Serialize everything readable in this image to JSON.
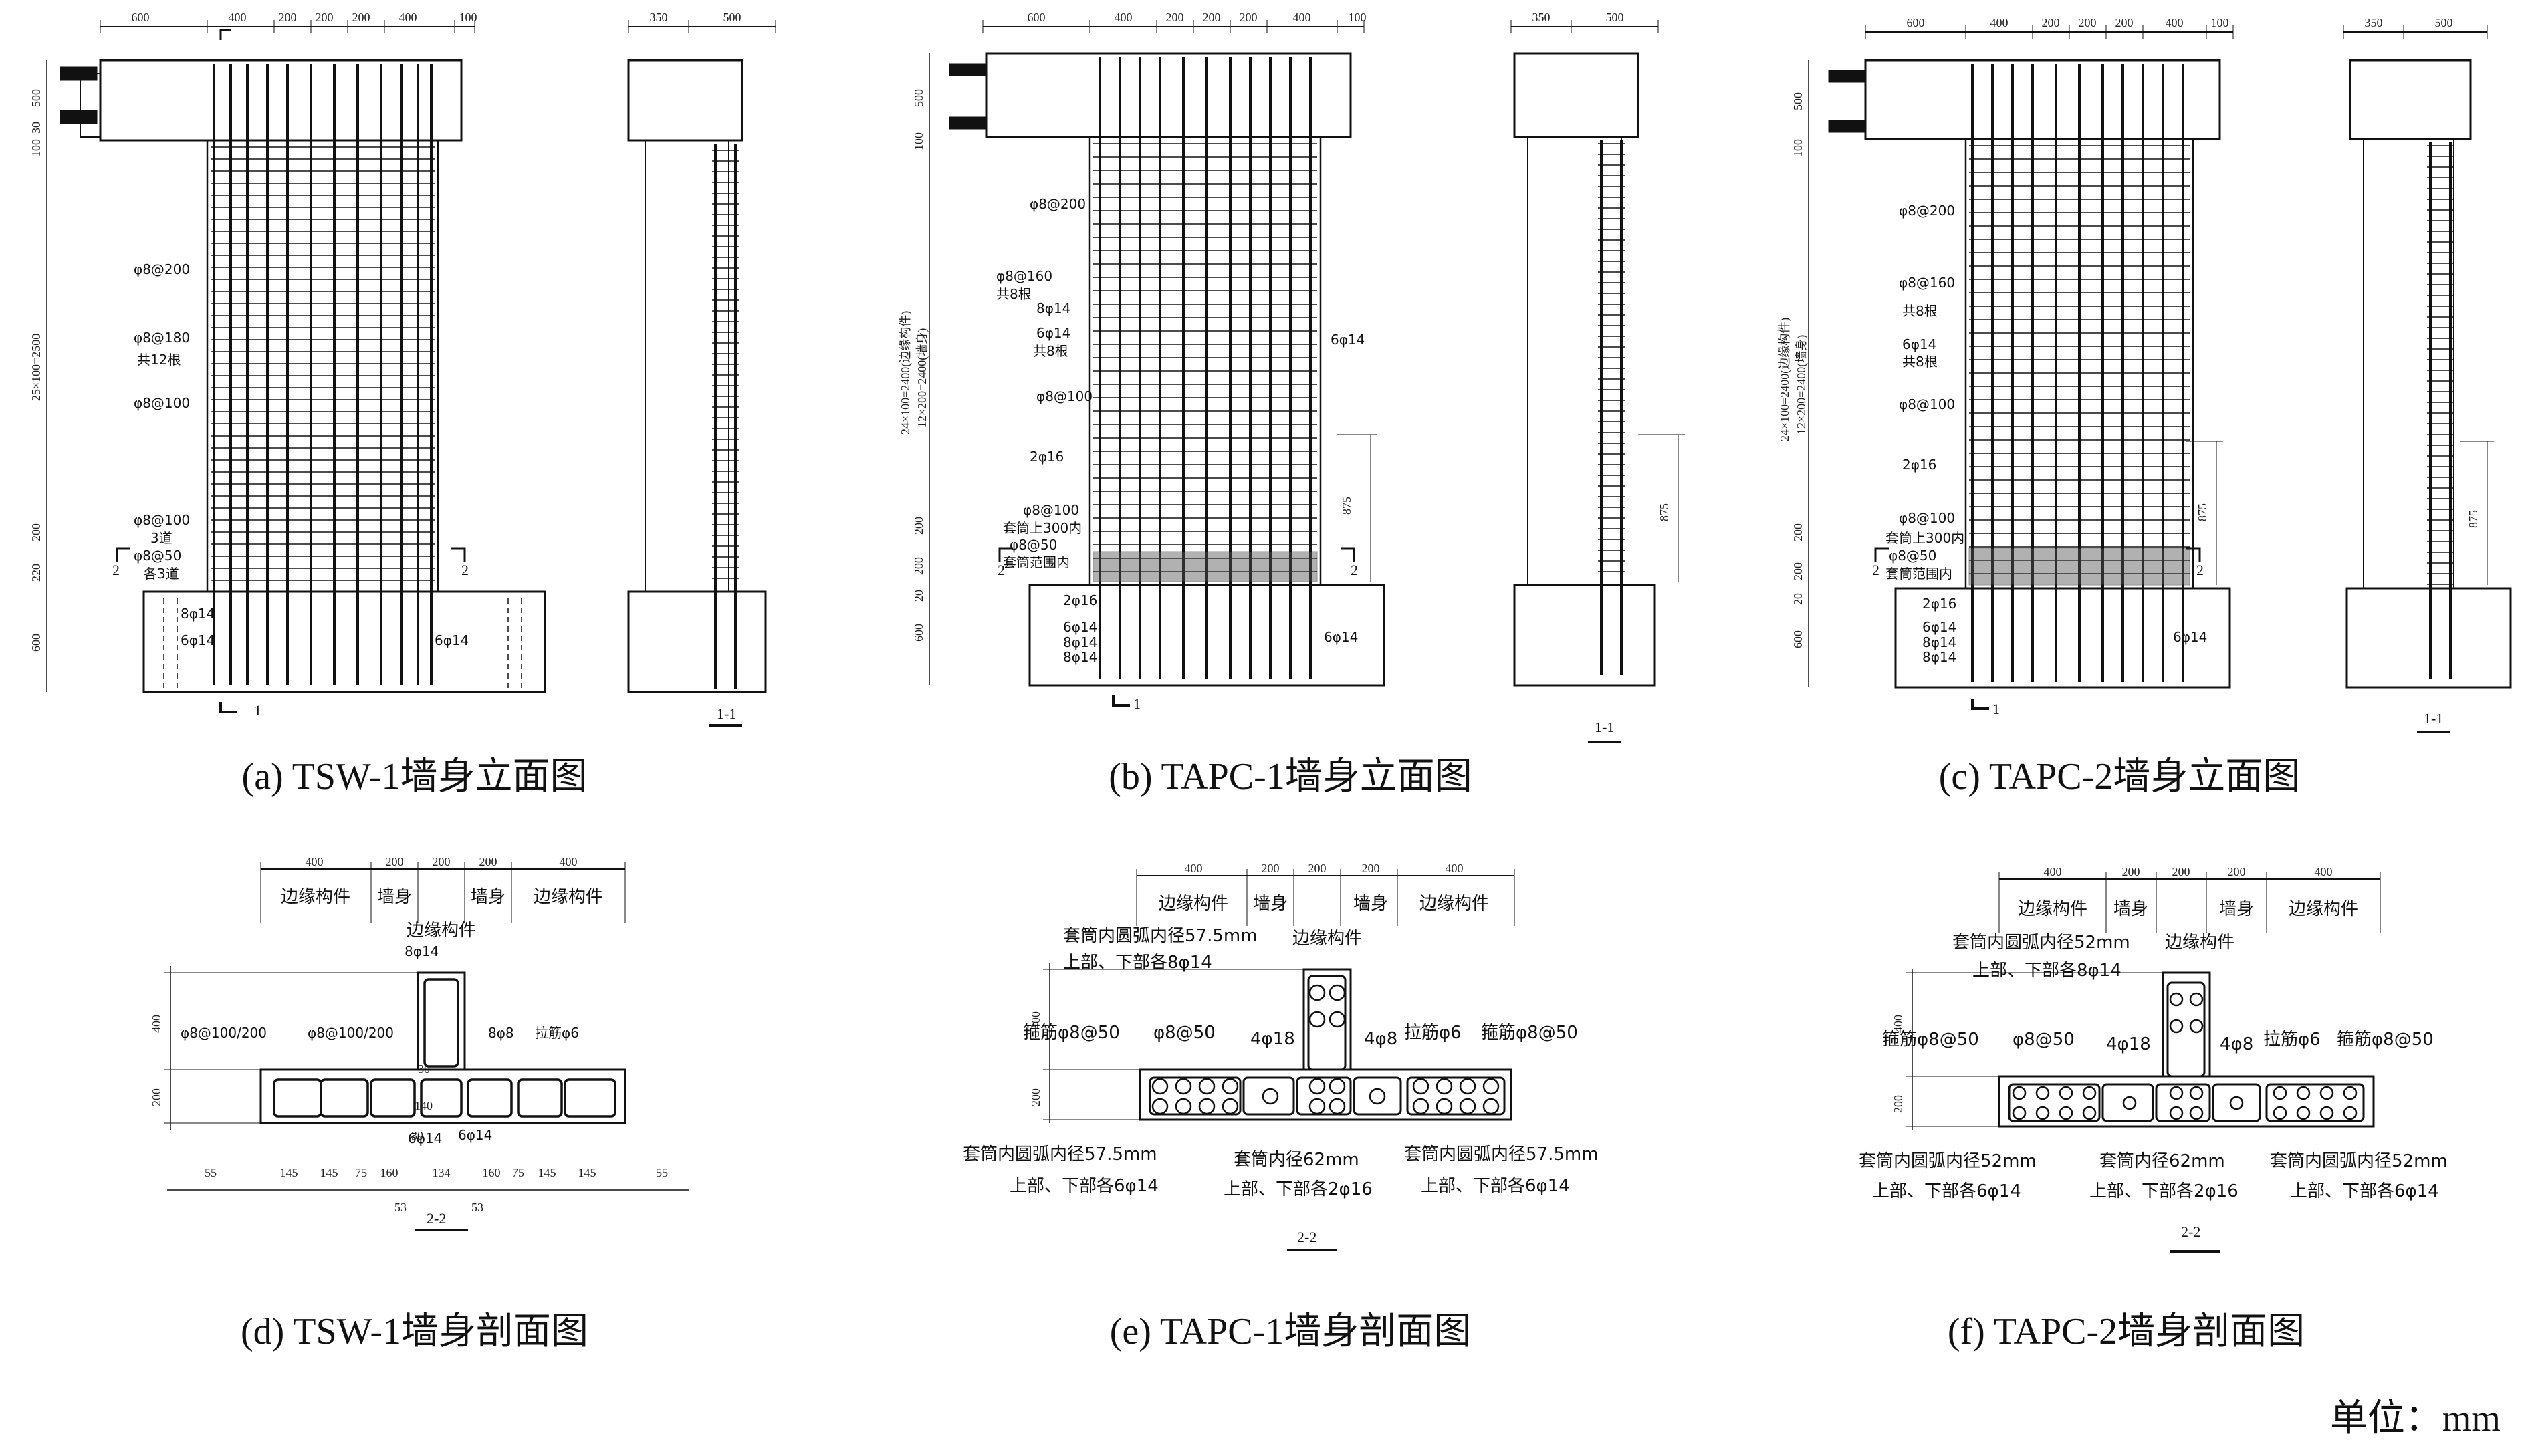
{
  "captions": {
    "a": "(a) TSW-1墙身立面图",
    "b": "(b) TAPC-1墙身立面图",
    "c": "(c) TAPC-2墙身立面图",
    "d": "(d) TSW-1墙身剖面图",
    "e": "(e) TAPC-1墙身剖面图",
    "f": "(f) TAPC-2墙身剖面图"
  },
  "unit": "单位：mm",
  "top_dims": [
    "600",
    "400",
    "200",
    "200",
    "200",
    "400",
    "100"
  ],
  "side_dims": [
    "350",
    "500"
  ],
  "section_labels": {
    "s11": "1-1",
    "s22": "2-2",
    "n1": "1",
    "n2": "2"
  },
  "elev_a": {
    "left_dims": [
      "30",
      "500",
      "100",
      "25×100=2500",
      "200",
      "220",
      "600"
    ],
    "labels": [
      "φ8@200",
      "φ8@180",
      "共12根",
      "φ8@100",
      "φ8@100",
      "3道",
      "φ8@50",
      "各3道",
      "8φ14",
      "6φ14",
      "6φ14"
    ]
  },
  "elev_b": {
    "left_dims": [
      "500",
      "100",
      "24×100=2400(边缘构件)",
      "12×200=2400(墙身)",
      "200",
      "200",
      "20",
      "600"
    ],
    "labels": [
      "φ8@200",
      "φ8@160",
      "共8根",
      "8φ14",
      "6φ14",
      "共8根",
      "φ8@100",
      "2φ16",
      "φ8@100",
      "套筒上300内",
      "φ8@50",
      "套筒范围内",
      "2φ16",
      "6φ14",
      "8φ14",
      "8φ14",
      "6φ14",
      "6φ14",
      "875"
    ],
    "side_labels": [
      "875"
    ]
  },
  "elev_c": {
    "left_dims": [
      "500",
      "100",
      "24×100=2400(边缘构件)",
      "12×200=2400(墙身)",
      "200",
      "200",
      "20",
      "600"
    ],
    "labels": [
      "φ8@200",
      "φ8@160",
      "共8根",
      "6φ14",
      "共8根",
      "φ8@100",
      "2φ16",
      "φ8@100",
      "套筒上300内",
      "φ8@50",
      "套筒范围内",
      "2φ16",
      "6φ14",
      "8φ14",
      "8φ14",
      "6φ14",
      "875"
    ],
    "side_labels": [
      "875"
    ]
  },
  "sect_d": {
    "top_dims": [
      "400",
      "200",
      "200",
      "200",
      "400"
    ],
    "zones": [
      "边缘构件",
      "墙身",
      "墙身",
      "边缘构件"
    ],
    "flange": "边缘构件",
    "left_dims": [
      "400",
      "200"
    ],
    "labels": [
      "8φ14",
      "φ8@100/200",
      "φ8@100/200",
      "8φ8",
      "拉筋φ6",
      "30",
      "140",
      "30",
      "6φ14",
      "6φ14"
    ],
    "bottom_dims": [
      "55",
      "145",
      "145",
      "75",
      "160",
      "134",
      "160",
      "75",
      "145",
      "145",
      "55"
    ],
    "small_dims": [
      "53",
      "53"
    ]
  },
  "sect_e": {
    "top_dims": [
      "400",
      "200",
      "200",
      "200",
      "400"
    ],
    "zones": [
      "边缘构件",
      "墙身",
      "墙身",
      "边缘构件"
    ],
    "flange": "边缘构件",
    "left_dims": [
      "400",
      "200"
    ],
    "labels": [
      "套筒内圆弧内径57.5mm",
      "上部、下部各8φ14",
      "箍筋φ8@50",
      "φ8@50",
      "4φ18",
      "4φ8",
      "拉筋φ6",
      "箍筋φ8@50",
      "套筒内圆弧内径57.5mm",
      "上部、下部各6φ14",
      "套筒内径62mm",
      "上部、下部各2φ16",
      "套筒内圆弧内径57.5mm",
      "上部、下部各6φ14"
    ]
  },
  "sect_f": {
    "top_dims": [
      "400",
      "200",
      "200",
      "200",
      "400"
    ],
    "zones": [
      "边缘构件",
      "墙身",
      "墙身",
      "边缘构件"
    ],
    "flange": "边缘构件",
    "left_dims": [
      "400",
      "200"
    ],
    "labels": [
      "套筒内圆弧内径52mm",
      "上部、下部各8φ14",
      "箍筋φ8@50",
      "φ8@50",
      "4φ18",
      "4φ8",
      "拉筋φ6",
      "箍筋φ8@50",
      "套筒内圆弧内径52mm",
      "上部、下部各6φ14",
      "套筒内径62mm",
      "上部、下部各2φ16",
      "套筒内圆弧内径52mm",
      "上部、下部各6φ14"
    ]
  }
}
